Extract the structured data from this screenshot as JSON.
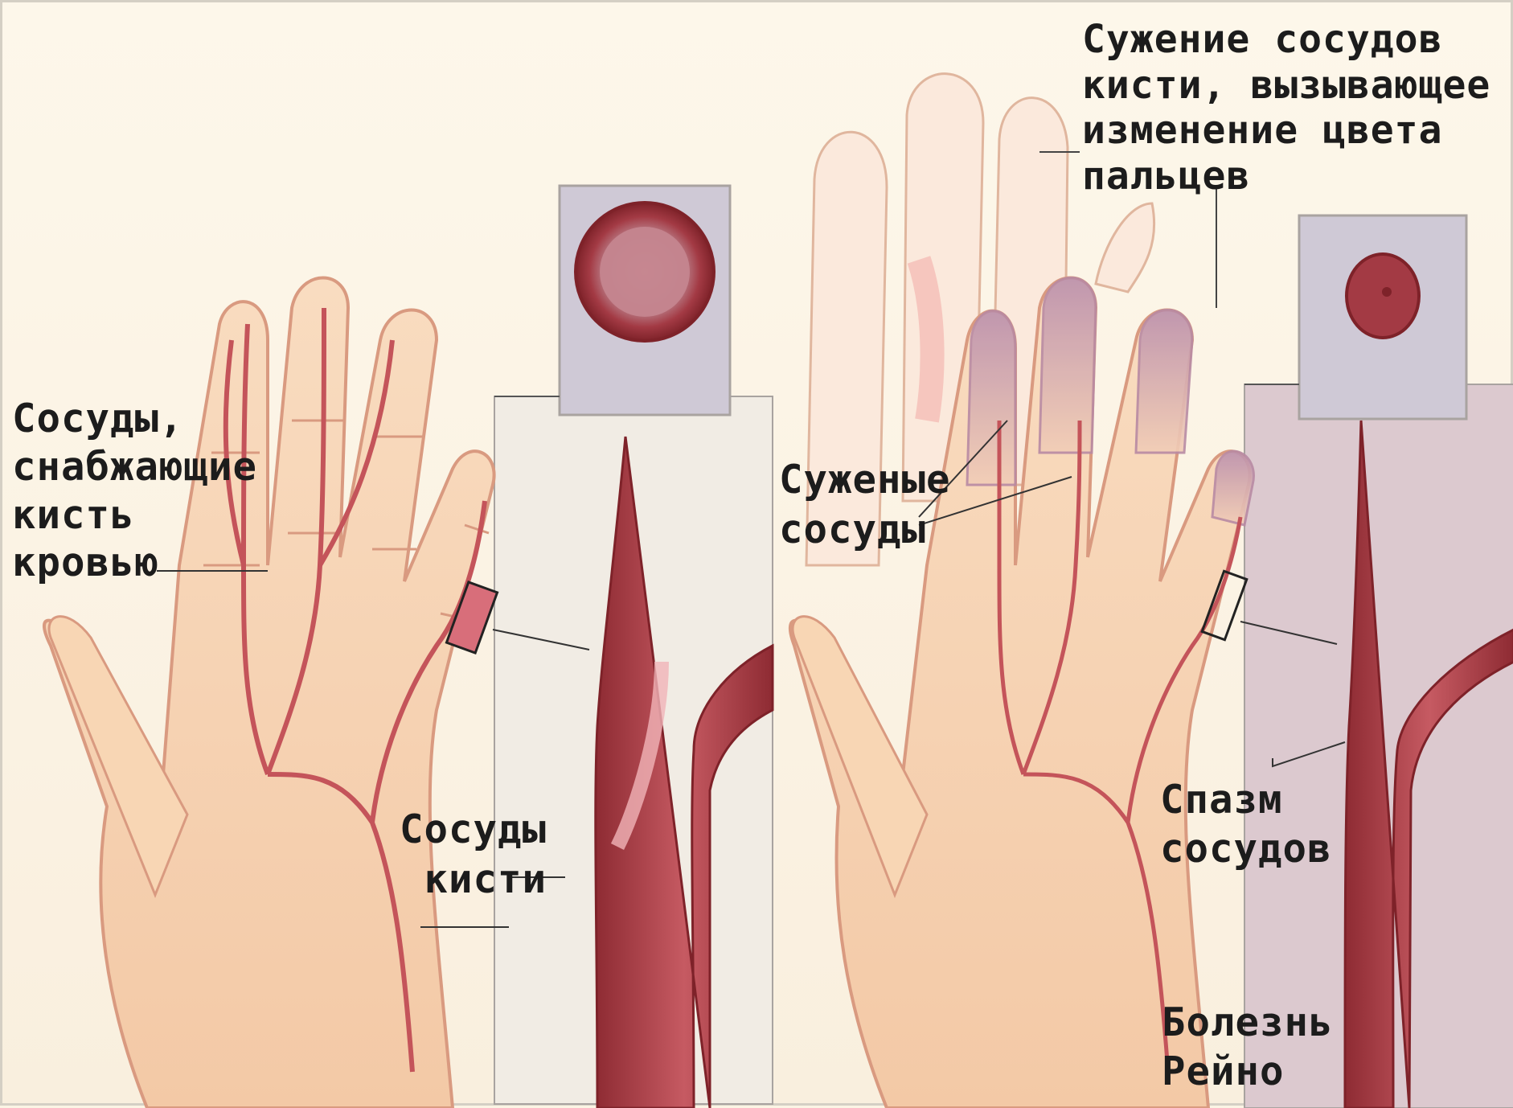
{
  "labels": {
    "left_vessels": "Сосуды,\nснабжающие\nкисть\nкровью",
    "hand_vessels": "Сосуды\nкисти",
    "narrowing": "Сужение сосудов\nкисти, вызывающее\nизменение цвета\nпальцев",
    "narrowed_vessels": "Суженые\nсосуды",
    "spasm": "Спазм\nсосудов",
    "disease": "Болезнь\nРейно"
  },
  "colors": {
    "skin": "#f7d8b8",
    "skin_outline": "#d99a80",
    "vessel": "#c4545a",
    "vessel_dark": "#8e2b33",
    "pale_finger": "#fbe9dc",
    "cyanotic_finger": "#c9a2b6",
    "inset_bg": "#cfc9d6"
  }
}
